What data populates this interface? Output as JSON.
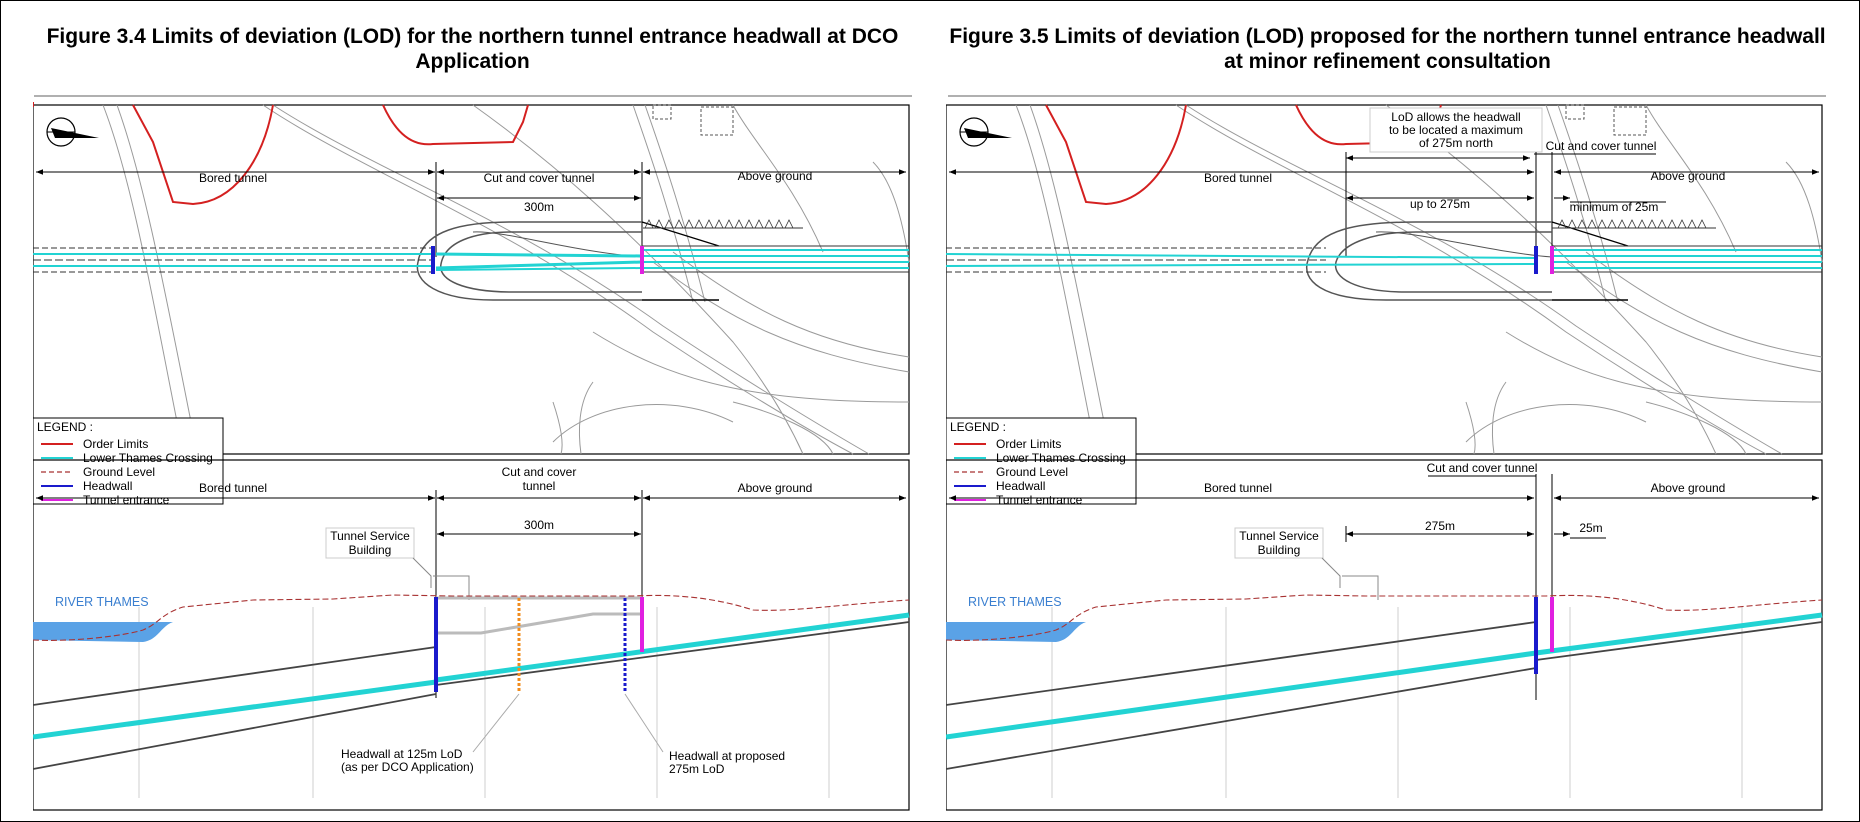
{
  "left": {
    "title": "Figure 3.4 Limits of deviation (LOD) for the northern tunnel entrance headwall at DCO Application",
    "plan": {
      "bored": "Bored tunnel",
      "cut_cover": "Cut and cover tunnel",
      "above": "Above ground",
      "dist": "300m"
    },
    "profile": {
      "bored": "Bored tunnel",
      "cut_cover_1": "Cut and cover",
      "cut_cover_2": "tunnel",
      "above": "Above ground",
      "dist": "300m",
      "tsb_1": "Tunnel Service",
      "tsb_2": "Building",
      "river": "RIVER THAMES",
      "callout_a_1": "Headwall at 125m LoD",
      "callout_a_2": "(as per DCO Application)",
      "callout_b_1": "Headwall at proposed",
      "callout_b_2": "275m LoD"
    }
  },
  "right": {
    "title": "Figure 3.5 Limits of deviation (LOD) proposed for the northern tunnel entrance headwall at minor refinement consultation",
    "plan": {
      "bored": "Bored tunnel",
      "cut_cover": "Cut and cover tunnel",
      "above": "Above ground",
      "dist_a": "up to 275m",
      "dist_b": "minimum of 25m",
      "note_1": "LoD allows the headwall",
      "note_2": "to be located a maximum",
      "note_3": "of 275m north"
    },
    "profile": {
      "bored": "Bored tunnel",
      "cut_cover": "Cut and cover tunnel",
      "above": "Above ground",
      "dist_a": "275m",
      "dist_b": "25m",
      "tsb_1": "Tunnel Service",
      "tsb_2": "Building",
      "river": "RIVER THAMES"
    }
  },
  "legend": {
    "heading": "LEGEND :",
    "items": [
      {
        "label": "Order Limits",
        "color": "#d42020",
        "style": "solid"
      },
      {
        "label": "Lower Thames Crossing",
        "color": "#22d3d3",
        "style": "solid"
      },
      {
        "label": "Ground Level",
        "color": "#a83232",
        "style": "dashed"
      },
      {
        "label": "Headwall",
        "color": "#1a1acc",
        "style": "solid"
      },
      {
        "label": "Tunnel entrance",
        "color": "#e020e0",
        "style": "solid"
      }
    ]
  },
  "colors": {
    "order_limits": "#d42020",
    "crossing": "#22d3d3",
    "ground": "#a83232",
    "headwall": "#1a1acc",
    "entrance": "#e020e0",
    "lod_125": "#f08c1e",
    "river": "#5aa2e6"
  },
  "icons": [
    "north-arrow-icon"
  ]
}
